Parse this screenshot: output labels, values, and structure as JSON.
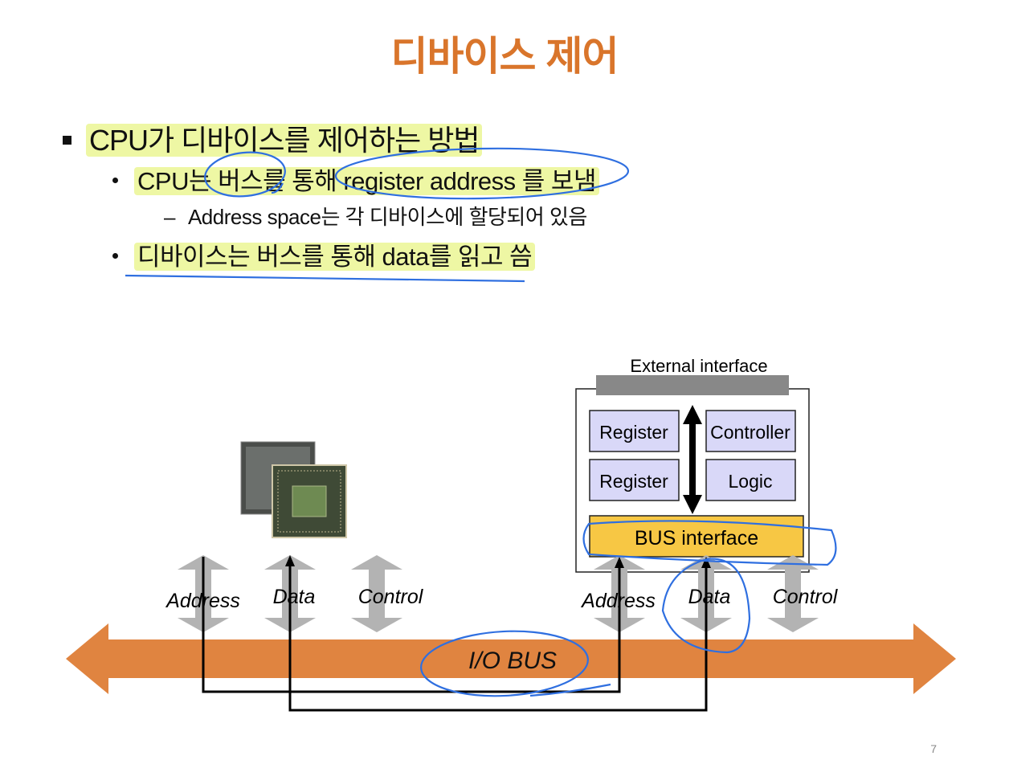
{
  "slide": {
    "title": "디바이스 제어",
    "page_number": "7"
  },
  "bullets": {
    "main": "CPU가 디바이스를 제어하는 방법",
    "sub1": "CPU는 버스를 통해 register address 를 보냄",
    "sub1_detail": "Address space는 각 디바이스에 할당되어 있음",
    "sub2": "디바이스는 버스를 통해 data를 읽고 씀"
  },
  "diagram": {
    "external_interface": "External interface",
    "register_1": "Register",
    "register_2": "Register",
    "controller": "Controller",
    "logic": "Logic",
    "bus_interface": "BUS interface",
    "io_bus": "I/O BUS",
    "cpu_arrows": {
      "address": "Address",
      "data": "Data",
      "control": "Control"
    },
    "device_arrows": {
      "address": "Address",
      "data": "Data",
      "control": "Control"
    },
    "colors": {
      "title": "#d9752b",
      "bus": "#e08440",
      "register_fill": "#d9d8f8",
      "bus_interface_fill": "#f7c744",
      "arrow_gray": "#b3b3b3",
      "annotation_blue": "#2f6fe0",
      "highlight": "#eef7a4"
    }
  }
}
